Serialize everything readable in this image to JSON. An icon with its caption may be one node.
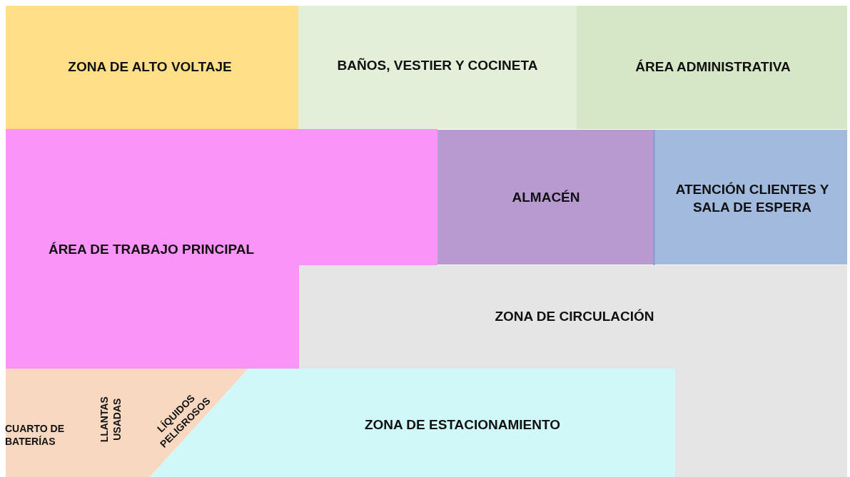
{
  "diagram": {
    "nodes": [
      {
        "text": [
          "ZONA DE ALTO VOLTAJE"
        ]
      },
      {
        "text": [
          "BAÑOS, VESTIER Y COCINETA"
        ]
      },
      {
        "text": [
          "ÁREA ADMINISTRATIVA"
        ]
      },
      {
        "text": [
          "ÁREA DE TRABAJO PRINCIPAL"
        ]
      },
      {
        "text": [
          "ALMACÉN"
        ]
      },
      {
        "text": [
          "ATENCIÓN CLIENTES Y SALA DE ESPERA"
        ]
      },
      {
        "text": [
          "ZONA DE CIRCULACIÓN"
        ]
      },
      {
        "text": [
          "CUARTO DE BATERÍAS",
          "LLANTAS USADAS",
          "LÍQUIDOS PELIGROSOS"
        ]
      },
      {
        "text": [
          "ZONA DE ESTACIONAMIENTO"
        ]
      }
    ]
  }
}
